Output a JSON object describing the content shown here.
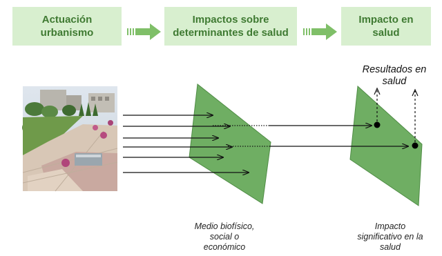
{
  "header": {
    "box1": {
      "line1": "Actuación",
      "line2": "urbanismo"
    },
    "box2": {
      "line1": "Impactos sobre",
      "line2": "determinantes de salud"
    },
    "box3": {
      "line1": "Impacto en",
      "line2": "salud"
    }
  },
  "labels": {
    "results": {
      "line1": "Resultados en",
      "line2": "salud"
    },
    "plane1": {
      "line1": "Medio biofísico,",
      "line2": "social o",
      "line3": "económico"
    },
    "plane2": {
      "line1": "Impacto",
      "line2": "significativo en la",
      "line3": "salud"
    }
  },
  "colors": {
    "header_bg": "#d8efcf",
    "header_text": "#3f7a32",
    "header_arrow": "#7fbf68",
    "plane_fill": "#6fae63",
    "plane_stroke": "#4f8c45",
    "arrow": "#111111"
  }
}
